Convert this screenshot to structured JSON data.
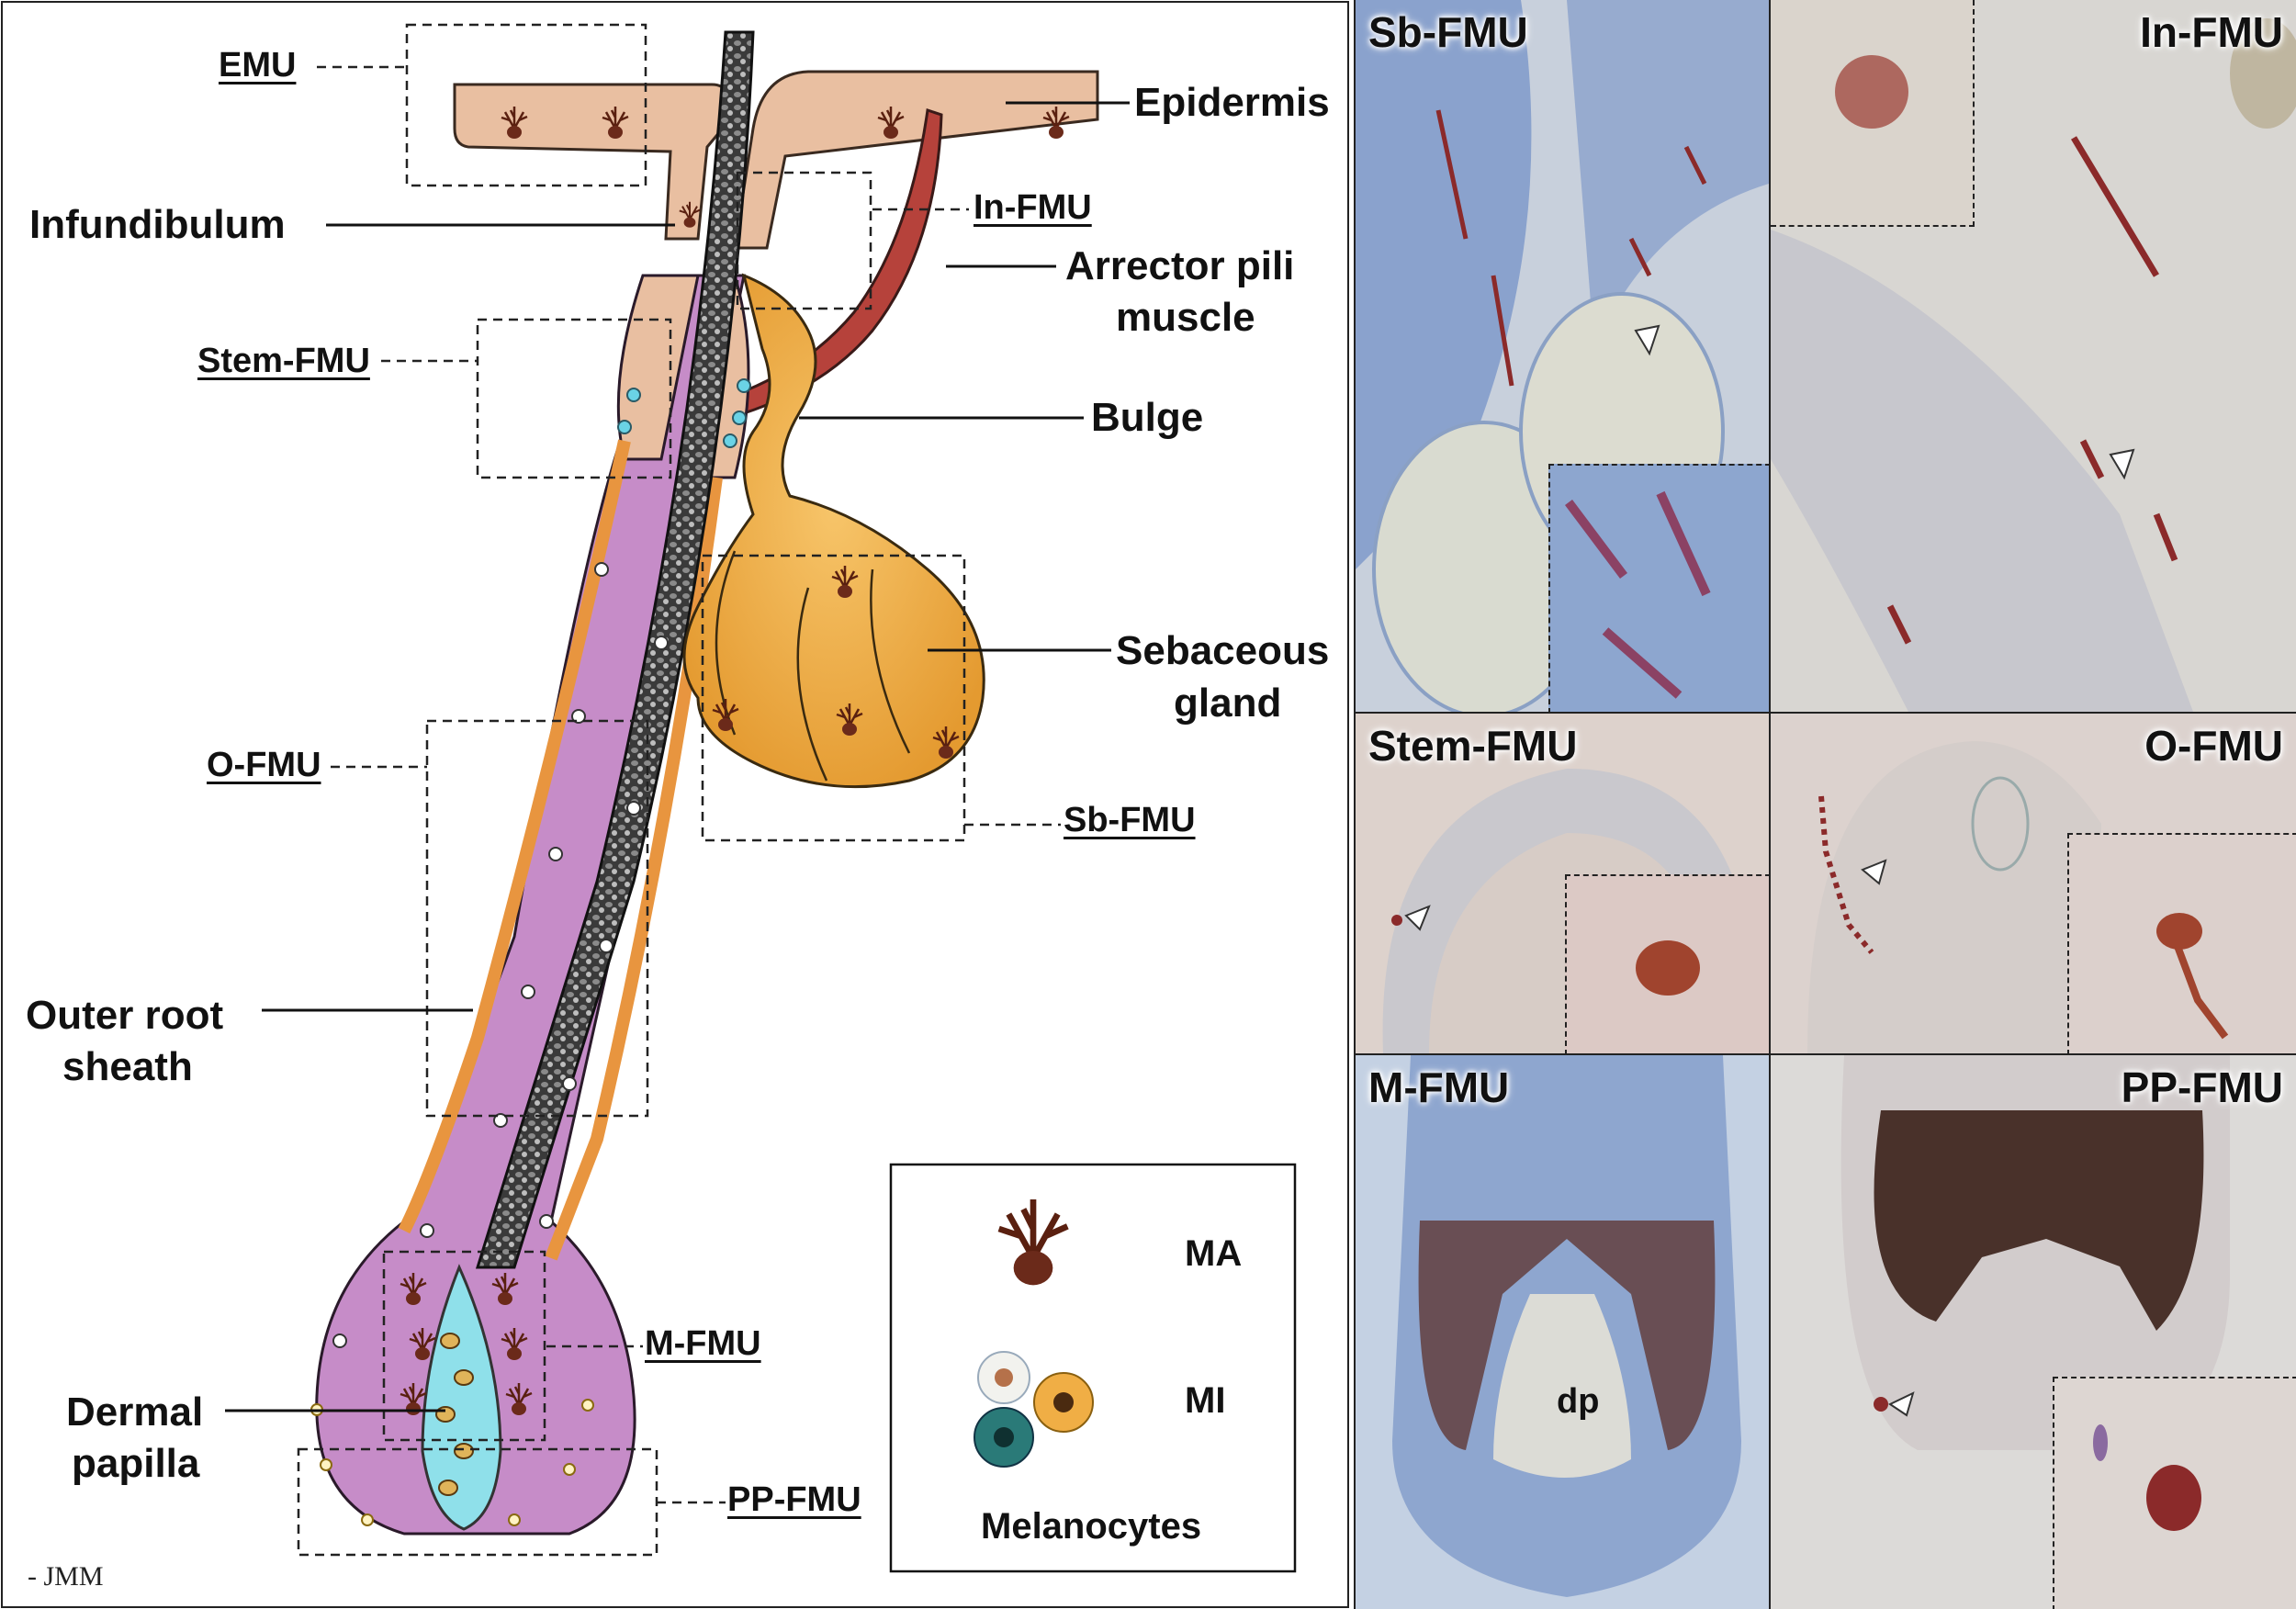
{
  "diagram": {
    "labels": {
      "epidermis": "Epidermis",
      "infundibulum": "Infundibulum",
      "arrector_1": "Arrector pili",
      "arrector_2": "muscle",
      "bulge": "Bulge",
      "sebaceous_1": "Sebaceous",
      "sebaceous_2": "gland",
      "outer_root_1": "Outer root",
      "outer_root_2": "sheath",
      "dermal_1": "Dermal",
      "dermal_2": "papilla"
    },
    "units": {
      "emu": "EMU",
      "in_fmu": "In-FMU",
      "stem_fmu": "Stem-FMU",
      "sb_fmu": "Sb-FMU",
      "o_fmu": "O-FMU",
      "m_fmu": "M-FMU",
      "pp_fmu": "PP-FMU"
    },
    "legend": {
      "ma": "MA",
      "mi": "MI",
      "title": "Melanocytes"
    },
    "signature": "- JMM"
  },
  "panels": {
    "sb": "Sb-FMU",
    "in": "In-FMU",
    "stem": "Stem-FMU",
    "o": "O-FMU",
    "m": "M-FMU",
    "pp": "PP-FMU",
    "dp_label": "dp"
  },
  "colors": {
    "epidermis": "#e9bfa1",
    "sheath_purple": "#c68cc8",
    "orange_stripe": "#e8953f",
    "sebaceous": "#f0ae45",
    "muscle": "#b6423b",
    "melanocyte": "#6b2a1a",
    "stem_cell": "#6ad3e6",
    "hair_shaft": "#4a4a4a",
    "stain_blue": "#7f9ccb",
    "stain_red": "#8b2a2a"
  }
}
